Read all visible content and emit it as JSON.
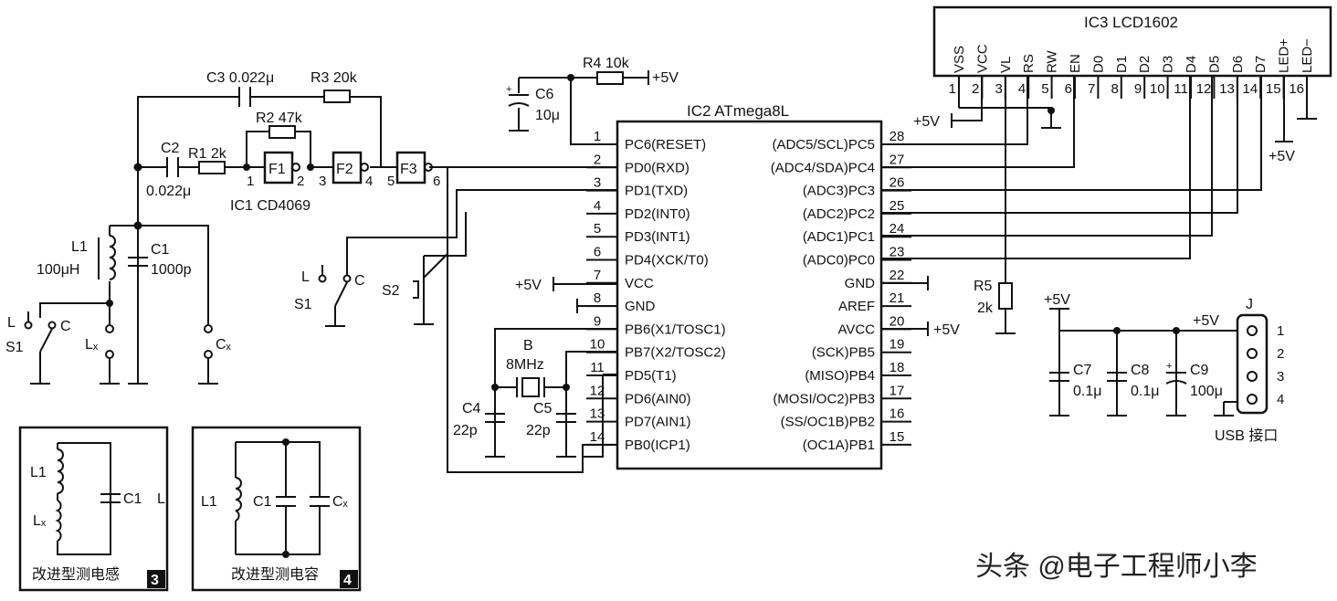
{
  "ic2": {
    "title": "IC2  ATmega8L",
    "left_pins": [
      {
        "num": "1",
        "name": "PC6(RESET)"
      },
      {
        "num": "2",
        "name": "PD0(RXD)"
      },
      {
        "num": "3",
        "name": "PD1(TXD)"
      },
      {
        "num": "4",
        "name": "PD2(INT0)"
      },
      {
        "num": "5",
        "name": "PD3(INT1)"
      },
      {
        "num": "6",
        "name": "PD4(XCK/T0)"
      },
      {
        "num": "7",
        "name": "VCC"
      },
      {
        "num": "8",
        "name": "GND"
      },
      {
        "num": "9",
        "name": "PB6(X1/TOSC1)"
      },
      {
        "num": "10",
        "name": "PB7(X2/TOSC2)"
      },
      {
        "num": "11",
        "name": "PD5(T1)"
      },
      {
        "num": "12",
        "name": "PD6(AIN0)"
      },
      {
        "num": "13",
        "name": "PD7(AIN1)"
      },
      {
        "num": "14",
        "name": "PB0(ICP1)"
      }
    ],
    "right_pins": [
      {
        "num": "28",
        "name": "(ADC5/SCL)PC5"
      },
      {
        "num": "27",
        "name": "(ADC4/SDA)PC4"
      },
      {
        "num": "26",
        "name": "(ADC3)PC3"
      },
      {
        "num": "25",
        "name": "(ADC2)PC2"
      },
      {
        "num": "24",
        "name": "(ADC1)PC1"
      },
      {
        "num": "23",
        "name": "(ADC0)PC0"
      },
      {
        "num": "22",
        "name": "GND"
      },
      {
        "num": "21",
        "name": "AREF"
      },
      {
        "num": "20",
        "name": "AVCC"
      },
      {
        "num": "19",
        "name": "(SCK)PB5"
      },
      {
        "num": "18",
        "name": "(MISO)PB4"
      },
      {
        "num": "17",
        "name": "(MOSI/OC2)PB3"
      },
      {
        "num": "16",
        "name": "(SS/OC1B)PB2"
      },
      {
        "num": "15",
        "name": "(OC1A)PB1"
      }
    ]
  },
  "ic3": {
    "title": "IC3 LCD1602",
    "pins": [
      {
        "num": "1",
        "name": "VSS"
      },
      {
        "num": "2",
        "name": "VCC"
      },
      {
        "num": "3",
        "name": "VL"
      },
      {
        "num": "4",
        "name": "RS"
      },
      {
        "num": "5",
        "name": "RW"
      },
      {
        "num": "6",
        "name": "EN"
      },
      {
        "num": "7",
        "name": "D0"
      },
      {
        "num": "8",
        "name": "D1"
      },
      {
        "num": "9",
        "name": "D2"
      },
      {
        "num": "10",
        "name": "D3"
      },
      {
        "num": "11",
        "name": "D4"
      },
      {
        "num": "12",
        "name": "D5"
      },
      {
        "num": "13",
        "name": "D6"
      },
      {
        "num": "14",
        "name": "D7"
      },
      {
        "num": "15",
        "name": "LED+"
      },
      {
        "num": "16",
        "name": "LED−"
      }
    ]
  },
  "ic1": {
    "title": "IC1 CD4069",
    "gates": [
      "F1",
      "F2",
      "F3"
    ],
    "pins": [
      "1",
      "2",
      "3",
      "4",
      "5",
      "6"
    ]
  },
  "components": {
    "c3": "C3 0.022μ",
    "r3": "R3 20k",
    "r2": "R2 47k",
    "c2": "C2",
    "c2_value": "0.022μ",
    "r1": "R1 2k",
    "l1": "L1",
    "l1_value": "100μH",
    "c1": "C1",
    "c1_value": "1000p",
    "lx": "Lₓ",
    "cx": "Cₓ",
    "r4": "R4 10k",
    "c6": "C6",
    "c6_value": "10μ",
    "s1": "S1",
    "s2": "S2",
    "l_terminal": "L",
    "c_terminal": "C",
    "crystal": "B",
    "crystal_value": "8MHz",
    "c4": "C4",
    "c4_value": "22p",
    "c5": "C5",
    "c5_value": "22p",
    "r5": "R5",
    "r5_value": "2k",
    "c7": "C7",
    "c7_value": "0.1μ",
    "c8": "C8",
    "c8_value": "0.1μ",
    "c9": "C9",
    "c9_value": "100μ",
    "jack": "J",
    "jack_pins": [
      "1",
      "2",
      "3",
      "4"
    ],
    "usb_label": "USB 接口",
    "supply": "+5V"
  },
  "inset3": {
    "caption": "改进型测电感",
    "number": "3",
    "l1": "L1",
    "lx": "Lₓ",
    "c1": "C1",
    "edge_label": "L"
  },
  "inset4": {
    "caption": "改进型测电容",
    "number": "4",
    "l1": "L1",
    "c1": "C1",
    "cx": "Cₓ"
  },
  "watermark": "头条 @电子工程师小李"
}
